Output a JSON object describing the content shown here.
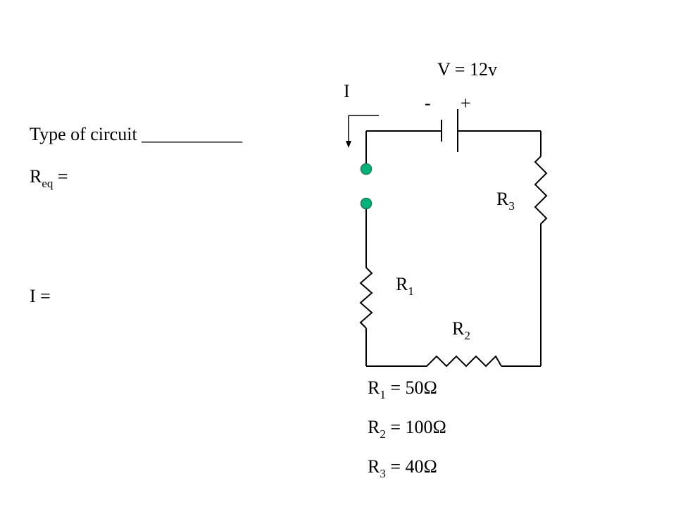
{
  "left": {
    "type_label": "Type of circuit ___________",
    "req_main": "R",
    "req_sub": "eq",
    "req_eq": " =",
    "i_label": "I ="
  },
  "circuit": {
    "voltage_label": "V = 12v",
    "current_label": "I",
    "minus_sign": "-",
    "plus_sign": "+",
    "resistors": [
      {
        "main": "R",
        "sub": "1"
      },
      {
        "main": "R",
        "sub": "2"
      },
      {
        "main": "R",
        "sub": "3"
      }
    ]
  },
  "values": [
    {
      "main": "R",
      "sub": "1",
      "rest": " = 50Ω"
    },
    {
      "main": "R",
      "sub": "2",
      "rest": " = 100Ω"
    },
    {
      "main": "R",
      "sub": "3",
      "rest": " = 40Ω"
    }
  ],
  "colors": {
    "wire": "#000000",
    "terminal_fill": "#00b37a",
    "terminal_stroke": "#1a7a55"
  }
}
